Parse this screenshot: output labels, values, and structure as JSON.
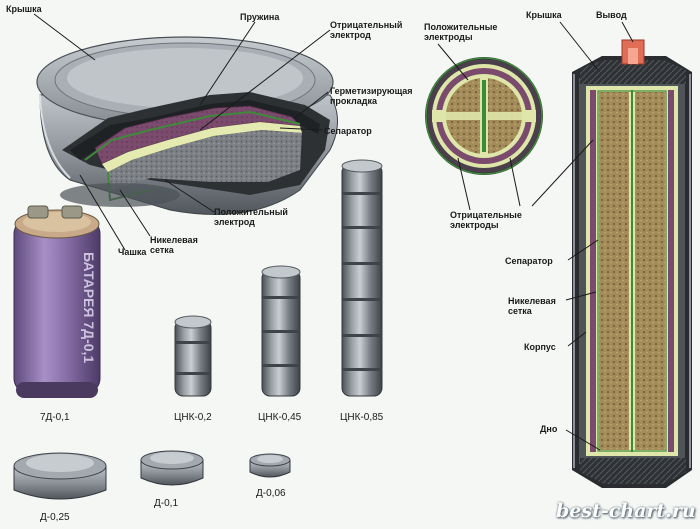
{
  "cutaway_labels": {
    "lid": "Крышка",
    "spring": "Пружина",
    "negative_electrode": "Отрицательный\nэлектрод",
    "sealing_gasket": "Герметизирующая\nпрокладка",
    "separator": "Сепаратор",
    "positive_electrode": "Положительный\nэлектрод",
    "nickel_mesh": "Никелевая\nсетка",
    "cup": "Чашка"
  },
  "cylinder_labels": {
    "positive_electrodes": "Положительные\nэлектроды",
    "lid": "Крышка",
    "terminal": "Вывод",
    "negative_electrodes": "Отрицательные\nэлектроды",
    "separator": "Сепаратор",
    "nickel_mesh": "Никелевая\nсетка",
    "case": "Корпус",
    "bottom": "Дно"
  },
  "battery_label_text": "БАТАРЕЯ 7Д-0,1",
  "captions": {
    "battery_7d": "7Д-0,1",
    "cnk_02": "ЦНК-0,2",
    "cnk_045": "ЦНК-0,45",
    "cnk_085": "ЦНК-0,85",
    "d_025": "Д-0,25",
    "d_01": "Д-0,1",
    "d_006": "Д-0,06"
  },
  "watermark": "best-chart.ru",
  "colors": {
    "background": "#f5f7f5",
    "metal": "#8a9096",
    "negative_mass": "#7a4a6c",
    "positive_mass": "#9c8756",
    "separator": "#dfe7a8",
    "terminal": "#e06d55",
    "battery_wrap": "#9a7fb6"
  }
}
